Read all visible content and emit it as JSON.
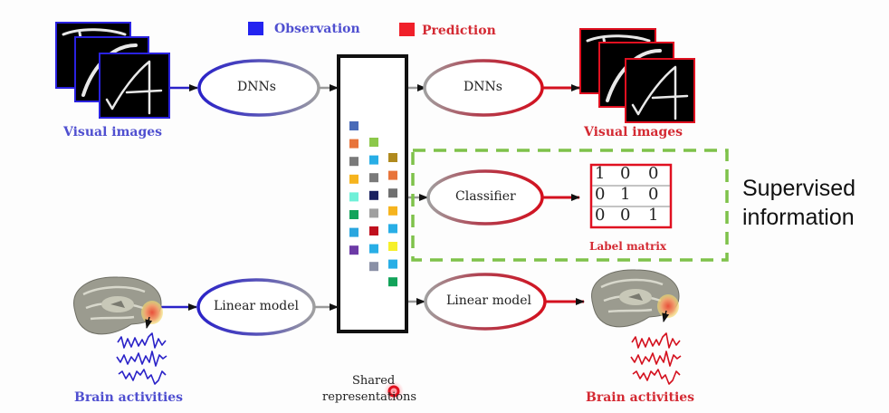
{
  "legend": {
    "observation": {
      "label": "Observation",
      "color": "#2323f0"
    },
    "prediction": {
      "label": "Prediction",
      "color": "#f0202a"
    }
  },
  "colors": {
    "observation_stroke": "#2a22c8",
    "prediction_stroke": "#d4101e",
    "neutral_stroke": "#9a9a9a",
    "supervised_box": "#7ec24a",
    "blue_text": "#4f4fd0",
    "red_text": "#d42a33"
  },
  "input": {
    "visual_images_label": "Visual images",
    "brain_activities_label": "Brain activities"
  },
  "encoders": {
    "dnn_label": "DNNs",
    "linear_label": "Linear model"
  },
  "shared": {
    "label_line1": "Shared",
    "label_line2": "representations",
    "columns": [
      [
        "#4a6bb8",
        "#e8743b",
        "#7a7a7a",
        "#f6b41e",
        "#6ff0d8",
        "#12a35a",
        "#2aa6df",
        "#6c3aa6"
      ],
      [
        "#8cc84a",
        "#28aee6",
        "#7a7a7a",
        "#1a2160",
        "#a0a0a0",
        "#c0101e",
        "#28aee6",
        "#8a90a6"
      ],
      [
        "#b08a1e",
        "#e8743b",
        "#707070",
        "#f6b41e",
        "#28aee6",
        "#f6f02a",
        "#28aee6",
        "#12a35a"
      ]
    ]
  },
  "decoders": {
    "dnn_label": "DNNs",
    "classifier_label": "Classifier",
    "linear_label": "Linear model"
  },
  "output": {
    "visual_images_label": "Visual images",
    "label_matrix_label": "Label matrix",
    "label_matrix": [
      [
        "1",
        "0",
        "0"
      ],
      [
        "0",
        "1",
        "0"
      ],
      [
        "0",
        "0",
        "1"
      ]
    ],
    "brain_activities_label": "Brain activities"
  },
  "annotation": {
    "line1": "Supervised",
    "line2": "information"
  },
  "cursor": {
    "color": "#e0101e"
  }
}
